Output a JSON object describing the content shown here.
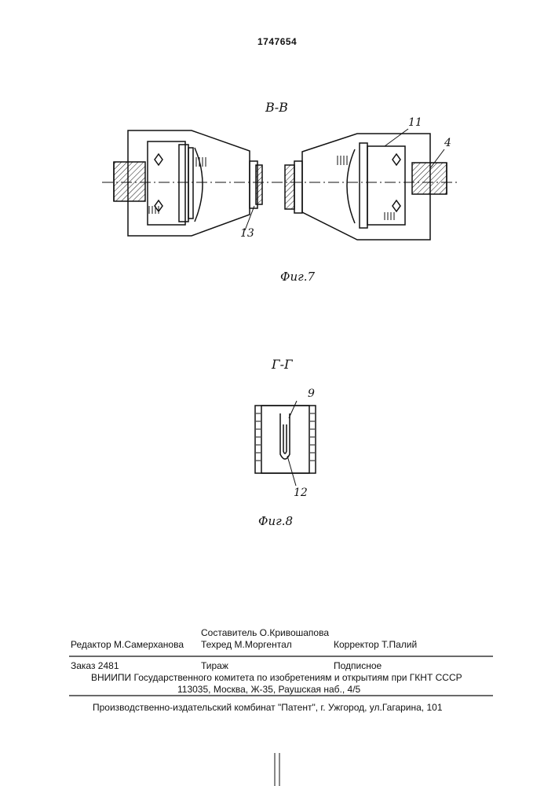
{
  "patent_number": "1747654",
  "figure7": {
    "section_label": "В-В",
    "caption": "Фиг.7",
    "callouts": {
      "c11": "11",
      "c4": "4",
      "c13": "13"
    }
  },
  "figure8": {
    "section_label": "Г-Г",
    "caption": "Фиг.8",
    "callouts": {
      "c9": "9",
      "c12": "12"
    }
  },
  "imprint": {
    "compiler": "Составитель О.Кривошапова",
    "editor": "Редактор  М.Самерханова",
    "techred": "Техред М.Моргентал",
    "corrector": "Корректор  Т.Палий",
    "order": "Заказ  2481",
    "circulation": "Тираж",
    "subscription": "Подписное",
    "vniipi": "ВНИИПИ Государственного комитета по изобретениям и открытиям при ГКНТ СССР",
    "address": "113035, Москва, Ж-35, Раушская наб., 4/5",
    "printer": "Производственно-издательский комбинат \"Патент\", г. Ужгород, ул.Гагарина, 101"
  }
}
